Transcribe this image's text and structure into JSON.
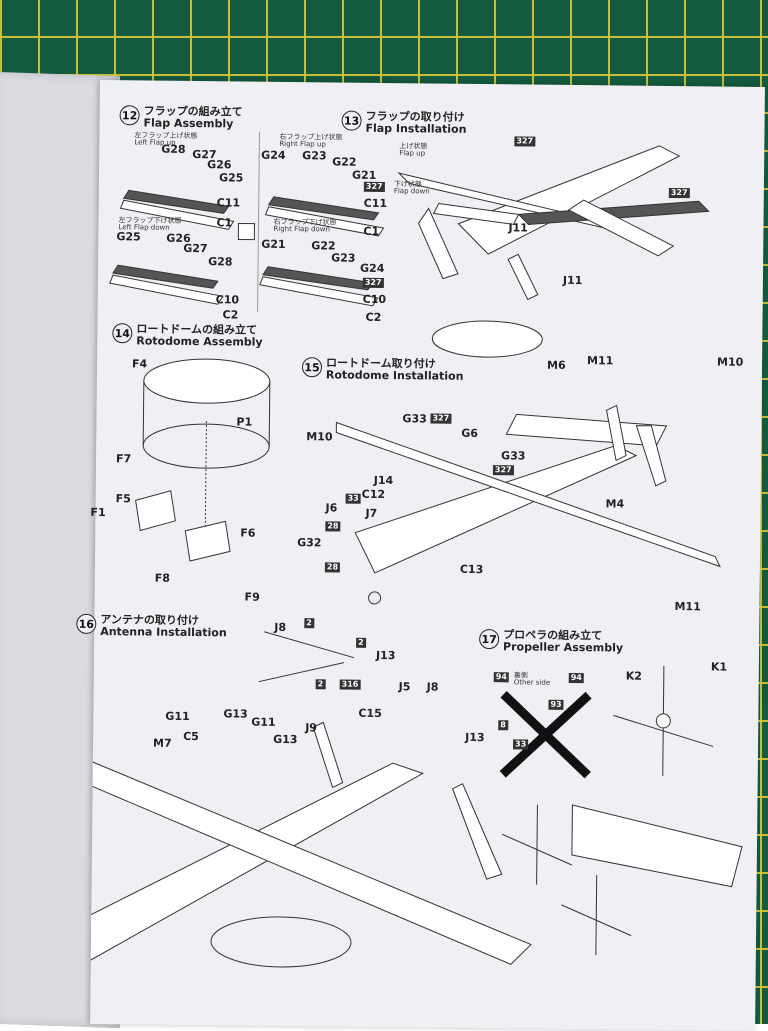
{
  "steps": {
    "s12": {
      "num": "12",
      "ja": "フラップの組み立て",
      "en": "Flap Assembly",
      "left_up_ja": "左フラップ上げ状態",
      "left_up_en": "Left Flap up",
      "left_down_ja": "左フラップ下げ状態",
      "left_down_en": "Left Flap down",
      "right_up_ja": "右フラップ上げ状態",
      "right_up_en": "Right Flap up",
      "right_down_ja": "右フラップ下げ状態",
      "right_down_en": "Right Flap down"
    },
    "s13": {
      "num": "13",
      "ja": "フラップの取り付け",
      "en": "Flap Installation",
      "up_ja": "上げ状態",
      "up_en": "Flap up",
      "down_ja": "下げ状態",
      "down_en": "Flap down"
    },
    "s14": {
      "num": "14",
      "ja": "ロートドームの組み立て",
      "en": "Rotodome Assembly"
    },
    "s15": {
      "num": "15",
      "ja": "ロートドーム取り付け",
      "en": "Rotodome Installation"
    },
    "s16": {
      "num": "16",
      "ja": "アンテナの取り付け",
      "en": "Antenna Installation"
    },
    "s17": {
      "num": "17",
      "ja": "プロペラの組み立て",
      "en": "Propeller Assembly",
      "other_ja": "裏側",
      "other_en": "Other side"
    }
  },
  "labels": {
    "G28": "G28",
    "G27": "G27",
    "G26": "G26",
    "G25": "G25",
    "C11": "C11",
    "C1": "C1",
    "C10": "C10",
    "C2": "C2",
    "G24": "G24",
    "G23": "G23",
    "G22": "G22",
    "G21": "G21",
    "J11": "J11",
    "F4": "F4",
    "P1": "P1",
    "F7": "F7",
    "F5": "F5",
    "F1": "F1",
    "F6": "F6",
    "F8": "F8",
    "F9": "F9",
    "M6": "M6",
    "M11": "M11",
    "M10": "M10",
    "G33": "G33",
    "G6": "G6",
    "J14": "J14",
    "C12": "C12",
    "J6": "J6",
    "J7": "J7",
    "G32": "G32",
    "C13": "C13",
    "M4": "M4",
    "J8": "J8",
    "J13": "J13",
    "J5": "J5",
    "G11": "G11",
    "G13": "G13",
    "C5": "C5",
    "M7": "M7",
    "J9": "J9",
    "C15": "C15",
    "K2": "K2",
    "K1": "K1"
  },
  "paint_codes": {
    "c327": "327",
    "c2": "2",
    "c316": "316",
    "c33": "33",
    "c28": "28",
    "c8": "8",
    "c94": "94",
    "c93": "93"
  },
  "colors": {
    "mat": "#145a3c",
    "grid": "#d7c83c",
    "paper": "#eef0f4",
    "ink": "#222222"
  }
}
